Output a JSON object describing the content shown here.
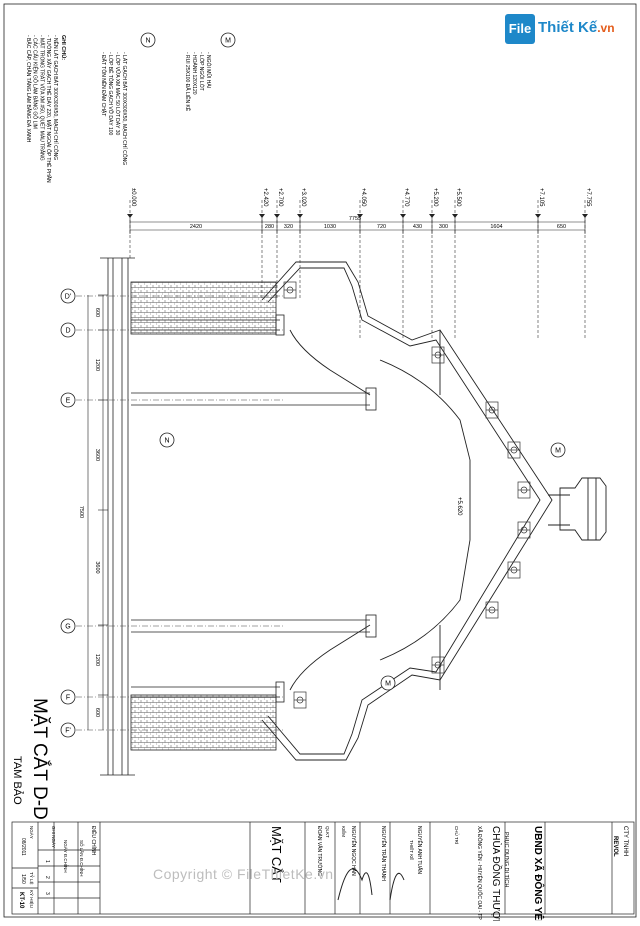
{
  "logo": {
    "mark": "File",
    "name": "Thiết Kế",
    "suffix": ".vn"
  },
  "watermark": "Copyright © FileThietKe.vn",
  "drawing": {
    "title_main": "MẶT CẮT D-D",
    "title_sub": "TAM BẢO",
    "notes_header": "GHI CHÚ:",
    "notes": [
      "- NỀN LÁT GẠCH BÁT 300X300X50, MẠCH CHỈ CÔNG",
      "- TƯỜNG XÂY GẠCH THẺ DÀY 220, MẶT NGOÀI ỐP THẺ PHẦN",
      "- MẶT TRONG TRÁT VỮA XM #50, QUÉT MÀU TRẮNG",
      "- CÁC CẤU KIỆN GỖ LÀM BẰNG GỖ LIM",
      "- BẬC CẤP, CHÂN TẢNG LÀM BẰNG ĐÁ XANH"
    ],
    "tagM": "M",
    "tagN": "N",
    "legendM": [
      "- NGÓI MŨI HÀI",
      "- LỚP NGÓI LÓT",
      "- HOÀNH 120X120",
      "- RUI 25X100 ĐÃ LIỀN KỀ"
    ],
    "legendN": [
      "- LÁT GẠCH BÁT 300X300X50, MẠCH CHỈ CÔNG",
      "- LỚP VỮA XM MÁC 50 LÓT DÀY 30",
      "- LỚP BÊ TÔNG GẠCH VỠ DÀY 100",
      "- ĐẤT TÔN NỀN ĐẦM CHẶT"
    ],
    "elevations": [
      "±0.000",
      "+2.420",
      "+2.700",
      "+3.020",
      "+4.050",
      "+4.770",
      "+5.200",
      "+5.500",
      "+7.105",
      "+7.755"
    ],
    "dims_top": [
      "2420",
      "280",
      "320",
      "1030",
      "720",
      "430",
      "300",
      "1604",
      "650"
    ],
    "dim_total": "7755",
    "dims_left": [
      "600",
      "1200",
      "7500",
      "3600",
      "1200",
      "600"
    ],
    "axes": [
      "D'",
      "D",
      "E",
      "G",
      "F",
      "F'"
    ],
    "ceiling_level": "+5.620"
  },
  "title_block": {
    "company": [
      "CTY TNHH",
      "REVOL"
    ],
    "owner": "UBND XÃ ĐÔNG YÊN",
    "project_label": "PHỤC DỰNG DI TÍCH",
    "project": "CHÙA ĐỒNG THƯỢNG",
    "location": "XÃ ĐÔNG YÊN - HUYỆN QUỐC OAI - TP HÀ NỘI",
    "sheet_title": "MẶT CẮT",
    "role_labels": [
      "CHỦ TRÌ",
      "THIẾT KẾ",
      "KIỂM",
      "QLKT"
    ],
    "names": [
      "NGUYỄN ANH TUẤN",
      "NGUYỄN TRẦN THÀNH",
      "NGUYỄN NGỌC HÂN",
      "ĐOÀN VĂN TRƯỜNG"
    ],
    "revision_header": "ĐIỀU CHỈNH",
    "rev_cols": [
      "SỐ LẦN Đ.CHỈNH",
      "NGÀY Đ.CHỈNH",
      "GHI NGÀY"
    ],
    "rev_rows": [
      "1",
      "2",
      "3"
    ],
    "sheet_no_label": "KÝ HIỆU",
    "sheet_no": "KT-10",
    "scale_label": "TỶ LỆ",
    "scale": "1/50",
    "date_label": "NGÀY",
    "date": "08/2011"
  }
}
